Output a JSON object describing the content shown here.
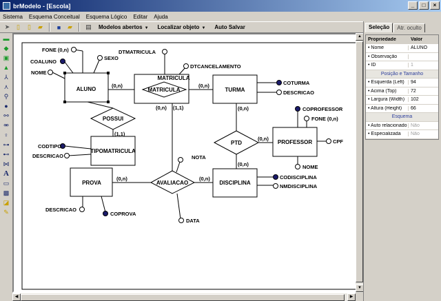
{
  "window": {
    "title": "brModelo - [Escola]",
    "min": "_",
    "max": "□",
    "close": "×"
  },
  "menu": [
    "Sistema",
    "Esquema Conceitual",
    "Esquema Lógico",
    "Editar",
    "Ajuda"
  ],
  "toolbar": {
    "models_label": "Modelos abertos",
    "locate_label": "Localizar objeto",
    "autosave_label": "Auto Salvar"
  },
  "panel": {
    "tabs": [
      "Seleção",
      "Atr. oculto"
    ],
    "header": {
      "prop": "Propriedade",
      "value": "Valor"
    },
    "rows": [
      {
        "k": "• Nome",
        "v": "ALUNO"
      },
      {
        "k": "• Observação",
        "v": ""
      },
      {
        "k": "• ID",
        "v": "1"
      }
    ],
    "section1": "Posição e Tamanho",
    "rows2": [
      {
        "k": "• Esquerda (Left)",
        "v": "94"
      },
      {
        "k": "• Acima (Top)",
        "v": "72"
      },
      {
        "k": "• Largura (Width)",
        "v": "102"
      },
      {
        "k": "• Altura (Height)",
        "v": "66"
      }
    ],
    "section2": "Esquema",
    "rows3": [
      {
        "k": "• Auto relacionado",
        "v": "Não"
      },
      {
        "k": "• Especializada",
        "v": "Não"
      }
    ]
  },
  "diagram": {
    "entities": {
      "aluno": "ALUNO",
      "turma": "TURMA",
      "professor": "PROFESSOR",
      "tipomatricula": "TIPOMATRICULA",
      "prova": "PROVA",
      "disciplina": "DISCIPLINA"
    },
    "relationships": {
      "matricula": "MATRICULA",
      "possui": "POSSUI",
      "ptd": "PTD",
      "avaliacao": "AVALIACAO"
    },
    "overlap_label": "MATRICULA",
    "attributes": {
      "fone_aluno": "FONE (0,n)",
      "coaluno": "COALUNO",
      "sexo": "SEXO",
      "nome_aluno": "NOME",
      "dtmatricula": "DTMATRICULA",
      "dtcancelamento": "DTCANCELAMENTO",
      "coturma": "COTURMA",
      "descricao_turma": "DESCRICAO",
      "coprofessor": "COPROFESSOR",
      "fone_prof": "FONE (0,n)",
      "cpf": "CPF",
      "nome_prof": "NOME",
      "codtipo": "CODTIPO",
      "descricao_tipo": "DESCRICAO",
      "nota": "NOTA",
      "data": "DATA",
      "codisciplina": "CODISCIPLINA",
      "nmdisciplina": "NMDISCIPLINA",
      "descricao_prova": "DESCRICAO",
      "coprova": "COPROVA"
    },
    "cardinalities": {
      "aluno_mat": "(0,n)",
      "mat_turma": "(0,n)",
      "mat_down": "(0,n)",
      "mat_11": "(1,1)",
      "possui_11": "(1,1)",
      "turma_ptd": "(0,n)",
      "ptd_prof": "(0,n)",
      "ptd_disc": "(0,n)",
      "prova_aval": "(0,n)",
      "aval_disc": "(0,n)"
    }
  }
}
